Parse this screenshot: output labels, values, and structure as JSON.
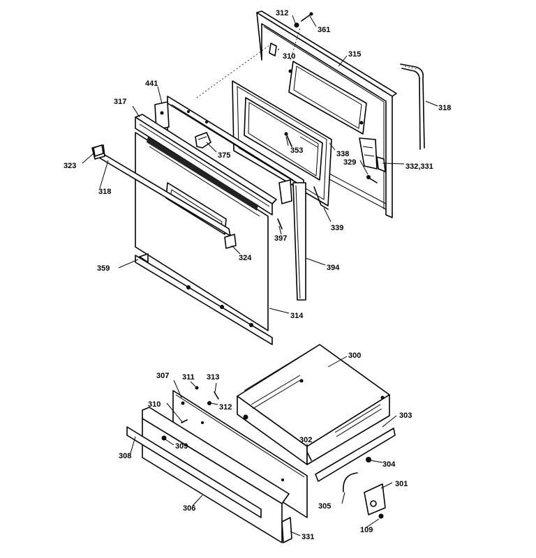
{
  "parts": {
    "p312_top": "312",
    "p361": "361",
    "p310_top": "310",
    "p315": "315",
    "p318_right": "318",
    "p441": "441",
    "p317": "317",
    "p375": "375",
    "p353": "353",
    "p338": "338",
    "p329": "329",
    "p332_331": "332,331",
    "p323": "323",
    "p318_left": "318",
    "p339": "339",
    "p397": "397",
    "p324": "324",
    "p394": "394",
    "p359": "359",
    "p314": "314",
    "p300": "300",
    "p307": "307",
    "p311": "311",
    "p313": "313",
    "p312_bottom": "312",
    "p310_bottom": "310",
    "p309": "309",
    "p308": "308",
    "p303": "303",
    "p302": "302",
    "p304": "304",
    "p301": "301",
    "p305": "305",
    "p306": "306",
    "p109": "109",
    "p331_bottom": "331"
  }
}
